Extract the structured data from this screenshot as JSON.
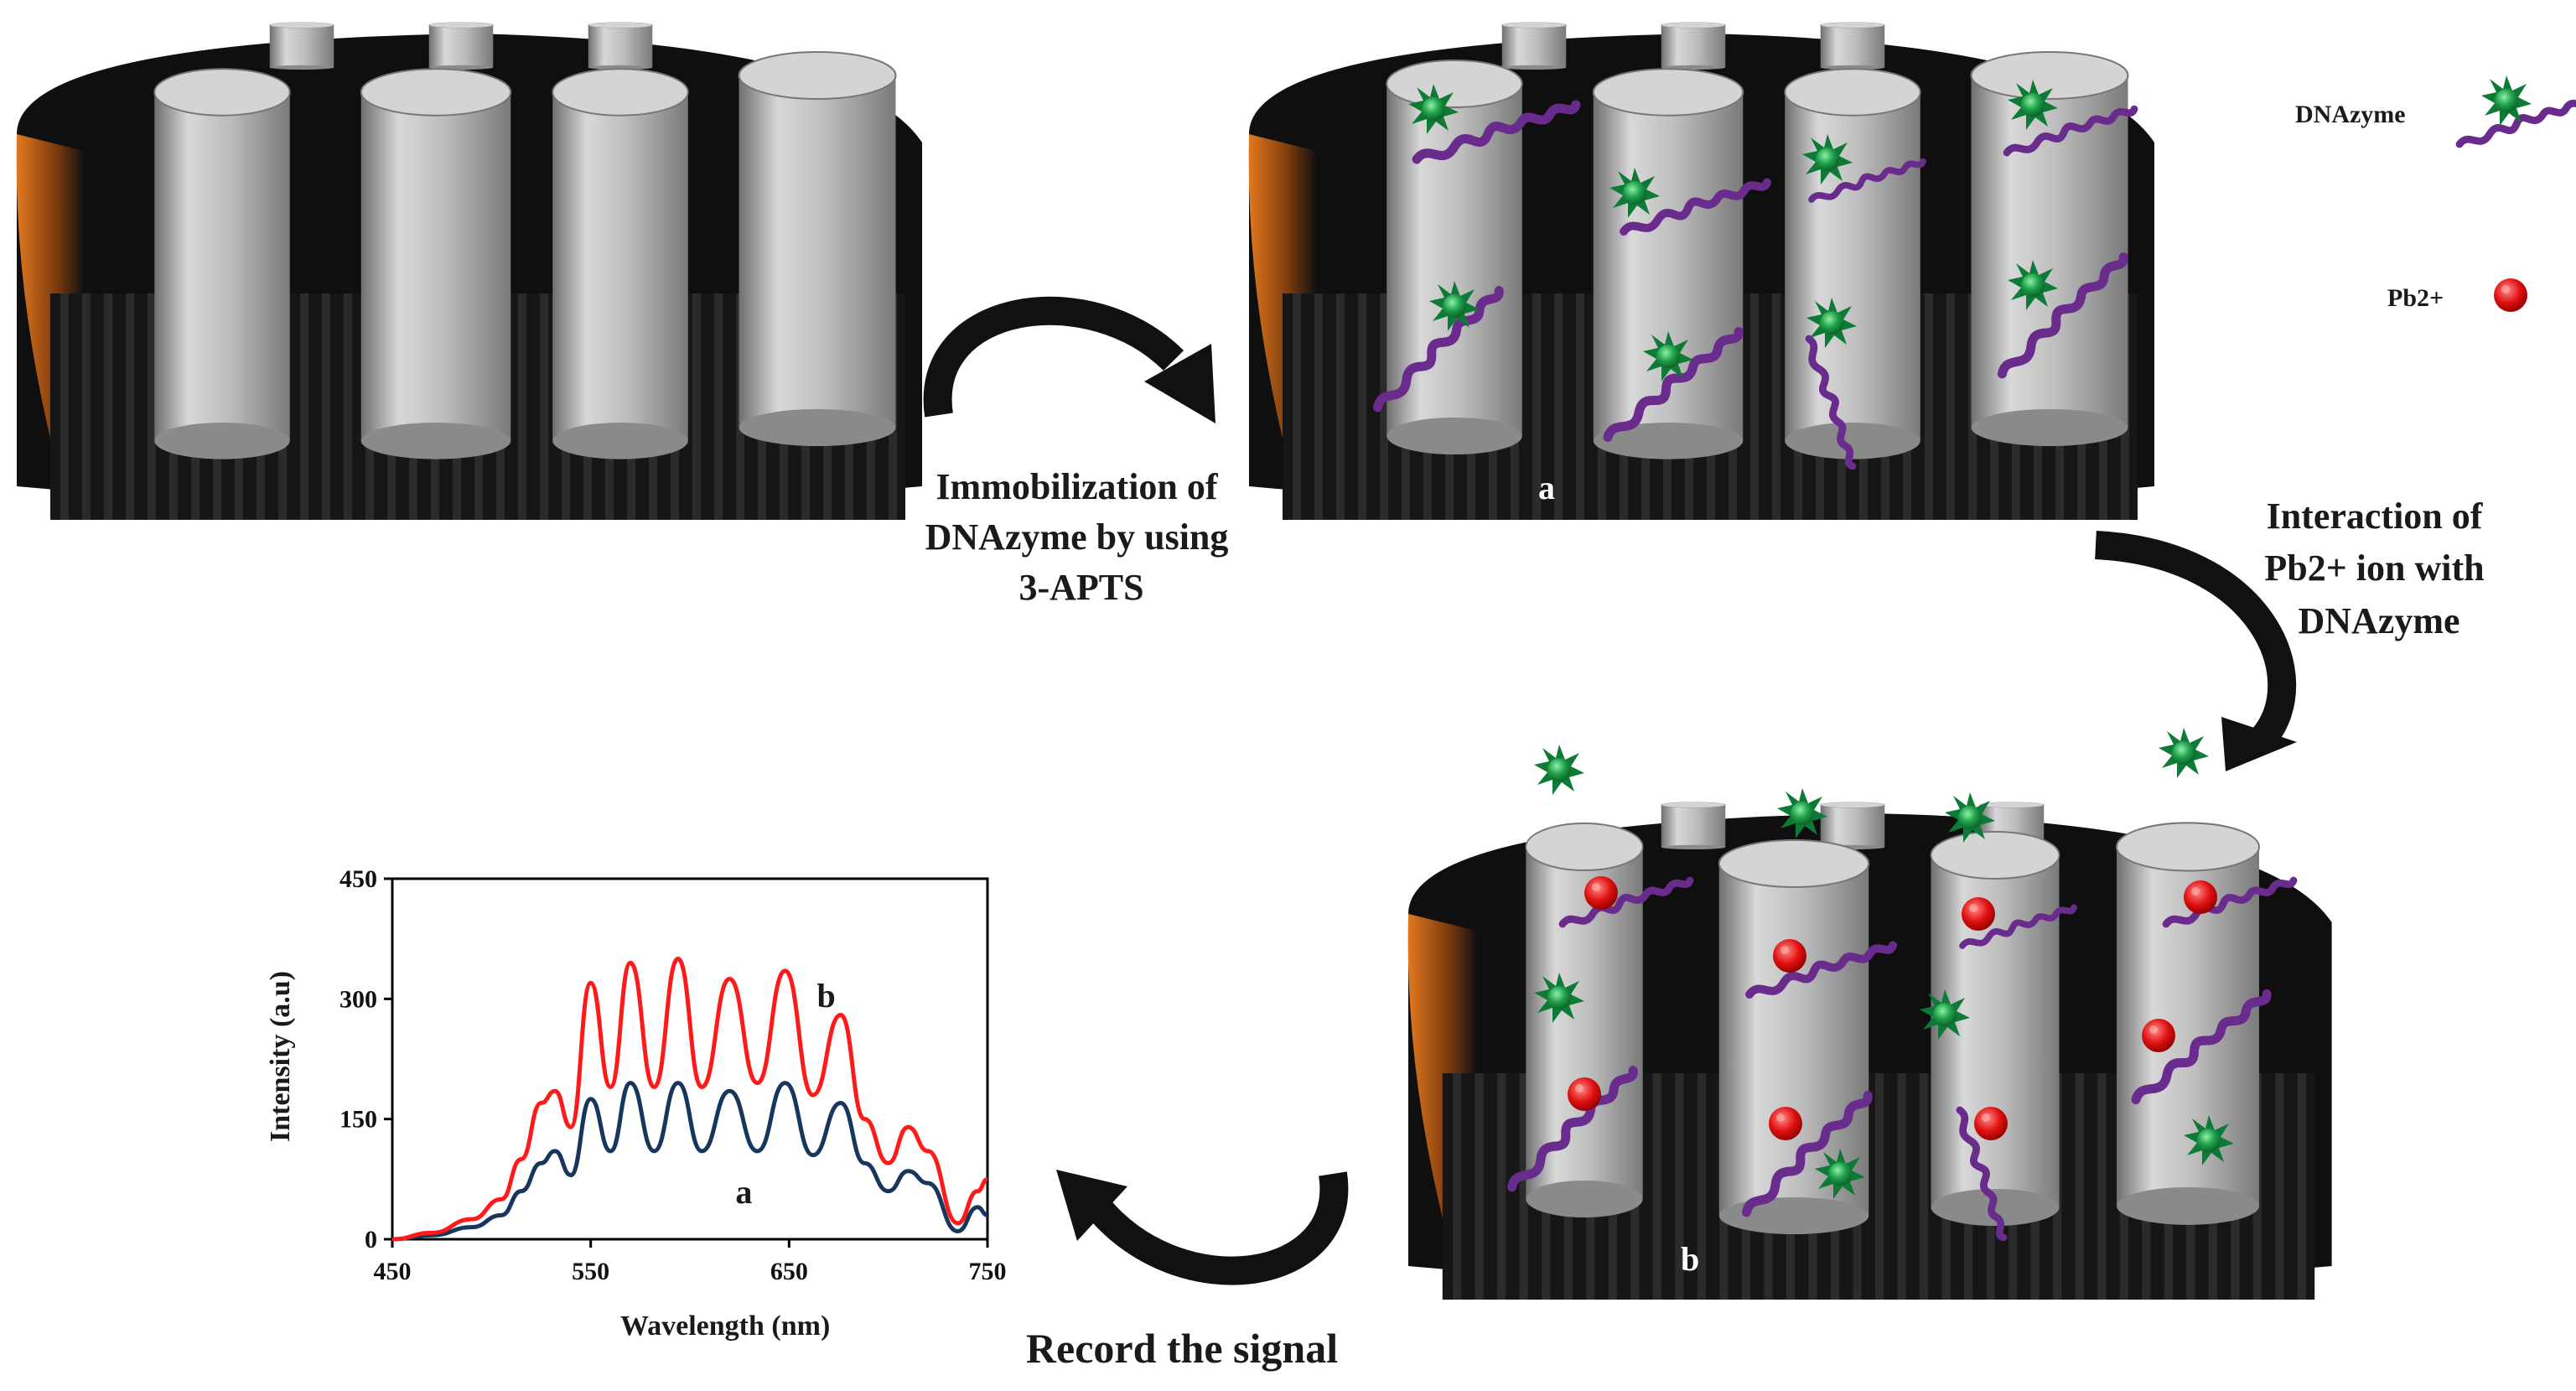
{
  "legend": {
    "dnazyme_label": "DNAzyme",
    "pb_label": "Pb2+"
  },
  "steps": {
    "step1_line1": "Immobilization  of",
    "step1_line2": "DNAzyme by using",
    "step1_line3": "3-APTS",
    "step2_line1": "Interaction  of",
    "step2_line2": "Pb2+ ion with",
    "step2_line3": "DNAzyme",
    "step3": "Record the signal"
  },
  "panels": {
    "a_label": "a",
    "b_label": "b"
  },
  "colors": {
    "substrate_dark": "#111111",
    "substrate_orange": "#c8681a",
    "pore": "#b8b8b8",
    "dnazyme_strand": "#6a2c8c",
    "dnazyme_star": "#1fa04a",
    "pb_ion": "#e01010",
    "curve_a": "#16365e",
    "curve_b": "#ff1a1a"
  },
  "chart_data": {
    "type": "line",
    "xlabel": "Wavelength (nm)",
    "ylabel": "Intensity (a.u)",
    "xlim": [
      450,
      750
    ],
    "ylim": [
      0,
      450
    ],
    "xticks": [
      450,
      550,
      650,
      750
    ],
    "yticks": [
      0,
      150,
      300,
      450
    ],
    "grid": false,
    "legend": "none",
    "x": [
      450,
      470,
      490,
      505,
      515,
      525,
      532,
      540,
      550,
      560,
      570,
      582,
      594,
      606,
      620,
      634,
      648,
      662,
      676,
      688,
      700,
      710,
      720,
      735,
      745,
      750
    ],
    "series": [
      {
        "name": "a",
        "label": "a",
        "values": [
          0,
          5,
          15,
          30,
          60,
          95,
          110,
          80,
          175,
          110,
          195,
          110,
          195,
          110,
          185,
          110,
          195,
          105,
          170,
          95,
          60,
          85,
          70,
          10,
          40,
          30
        ]
      },
      {
        "name": "b",
        "label": "b",
        "values": [
          0,
          8,
          25,
          50,
          100,
          170,
          185,
          140,
          320,
          190,
          345,
          190,
          350,
          190,
          325,
          195,
          335,
          180,
          280,
          150,
          95,
          140,
          110,
          20,
          60,
          75
        ]
      }
    ]
  }
}
